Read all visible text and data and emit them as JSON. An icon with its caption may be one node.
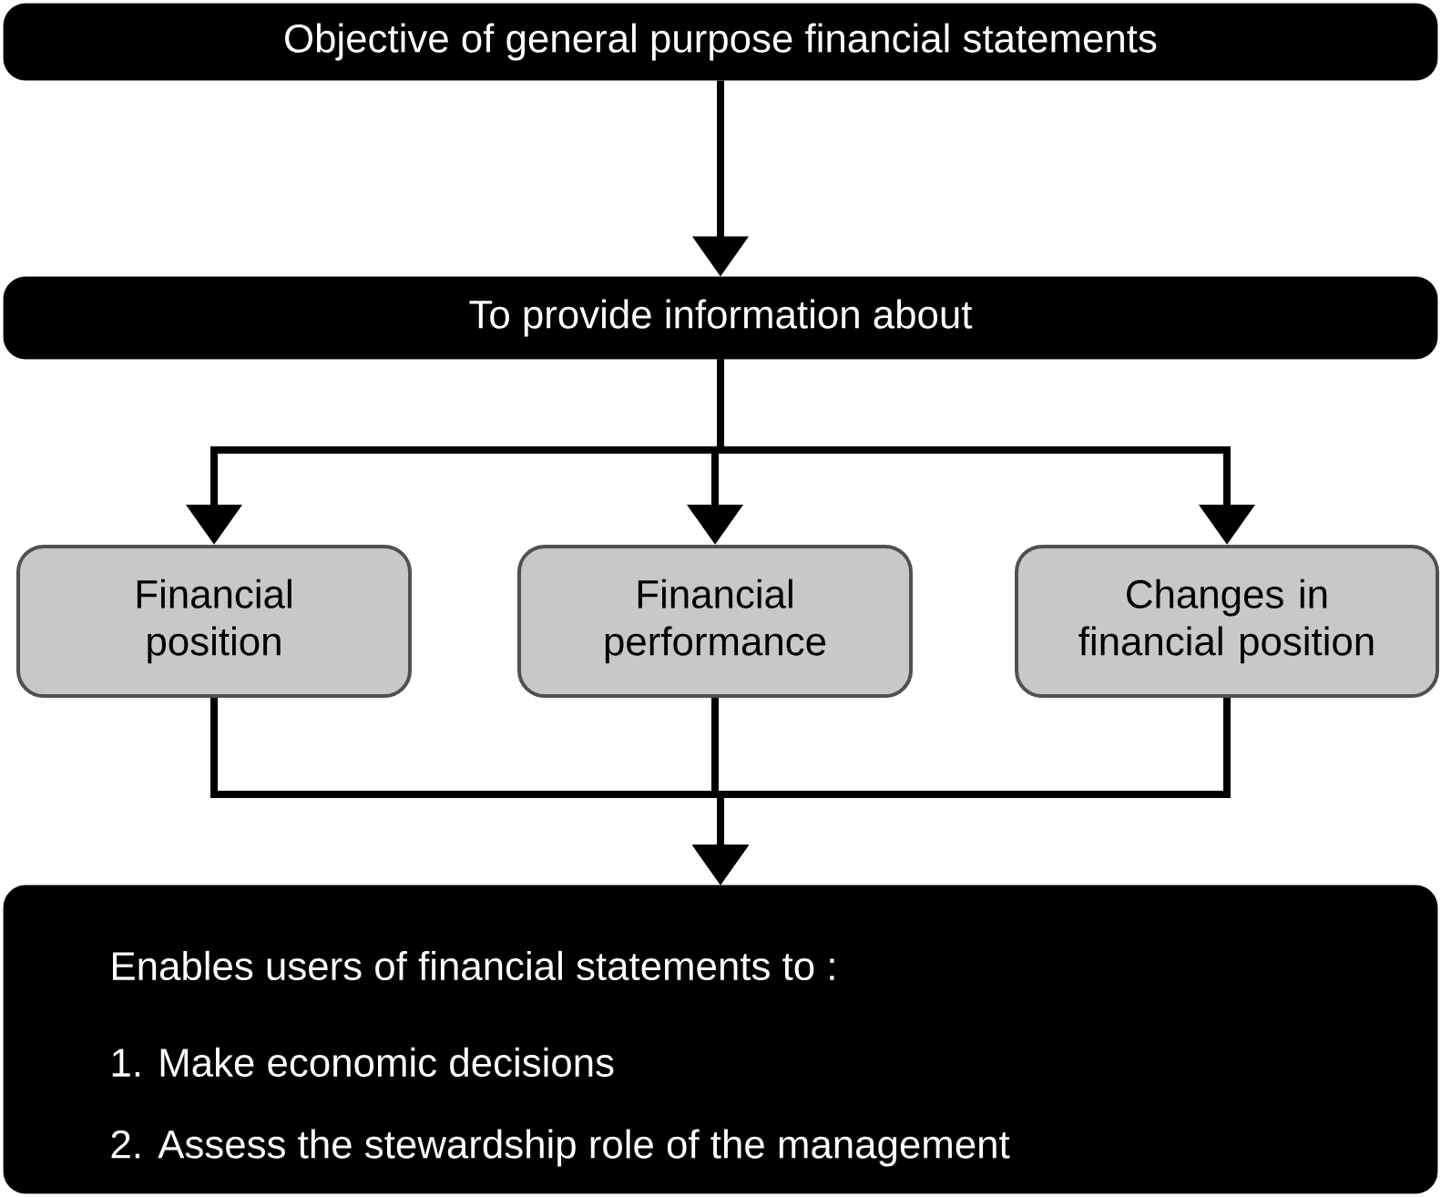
{
  "diagram": {
    "nodes": [
      {
        "text": [
          "Objective of general purpose financial statements"
        ]
      },
      {
        "text": [
          "To provide information about"
        ]
      },
      {
        "text": [
          "Financial position"
        ]
      },
      {
        "text": [
          "Financial performance"
        ]
      },
      {
        "text": [
          "Changes in financial position"
        ]
      },
      {
        "text": [
          "Enables users of financial statements to :",
          "1. Make economic decisions",
          "2. Assess the stewardship role of the management"
        ]
      }
    ],
    "edges": [
      {
        "from": 0,
        "to": 1,
        "arrow": "to"
      },
      {
        "from": 1,
        "to": 2,
        "arrow": "to"
      },
      {
        "from": 1,
        "to": 3,
        "arrow": "to"
      },
      {
        "from": 1,
        "to": 4,
        "arrow": "to"
      },
      {
        "from": 2,
        "to": 5,
        "arrow": "to"
      },
      {
        "from": 3,
        "to": 5,
        "arrow": "to"
      },
      {
        "from": 4,
        "to": 5,
        "arrow": "to"
      }
    ]
  }
}
